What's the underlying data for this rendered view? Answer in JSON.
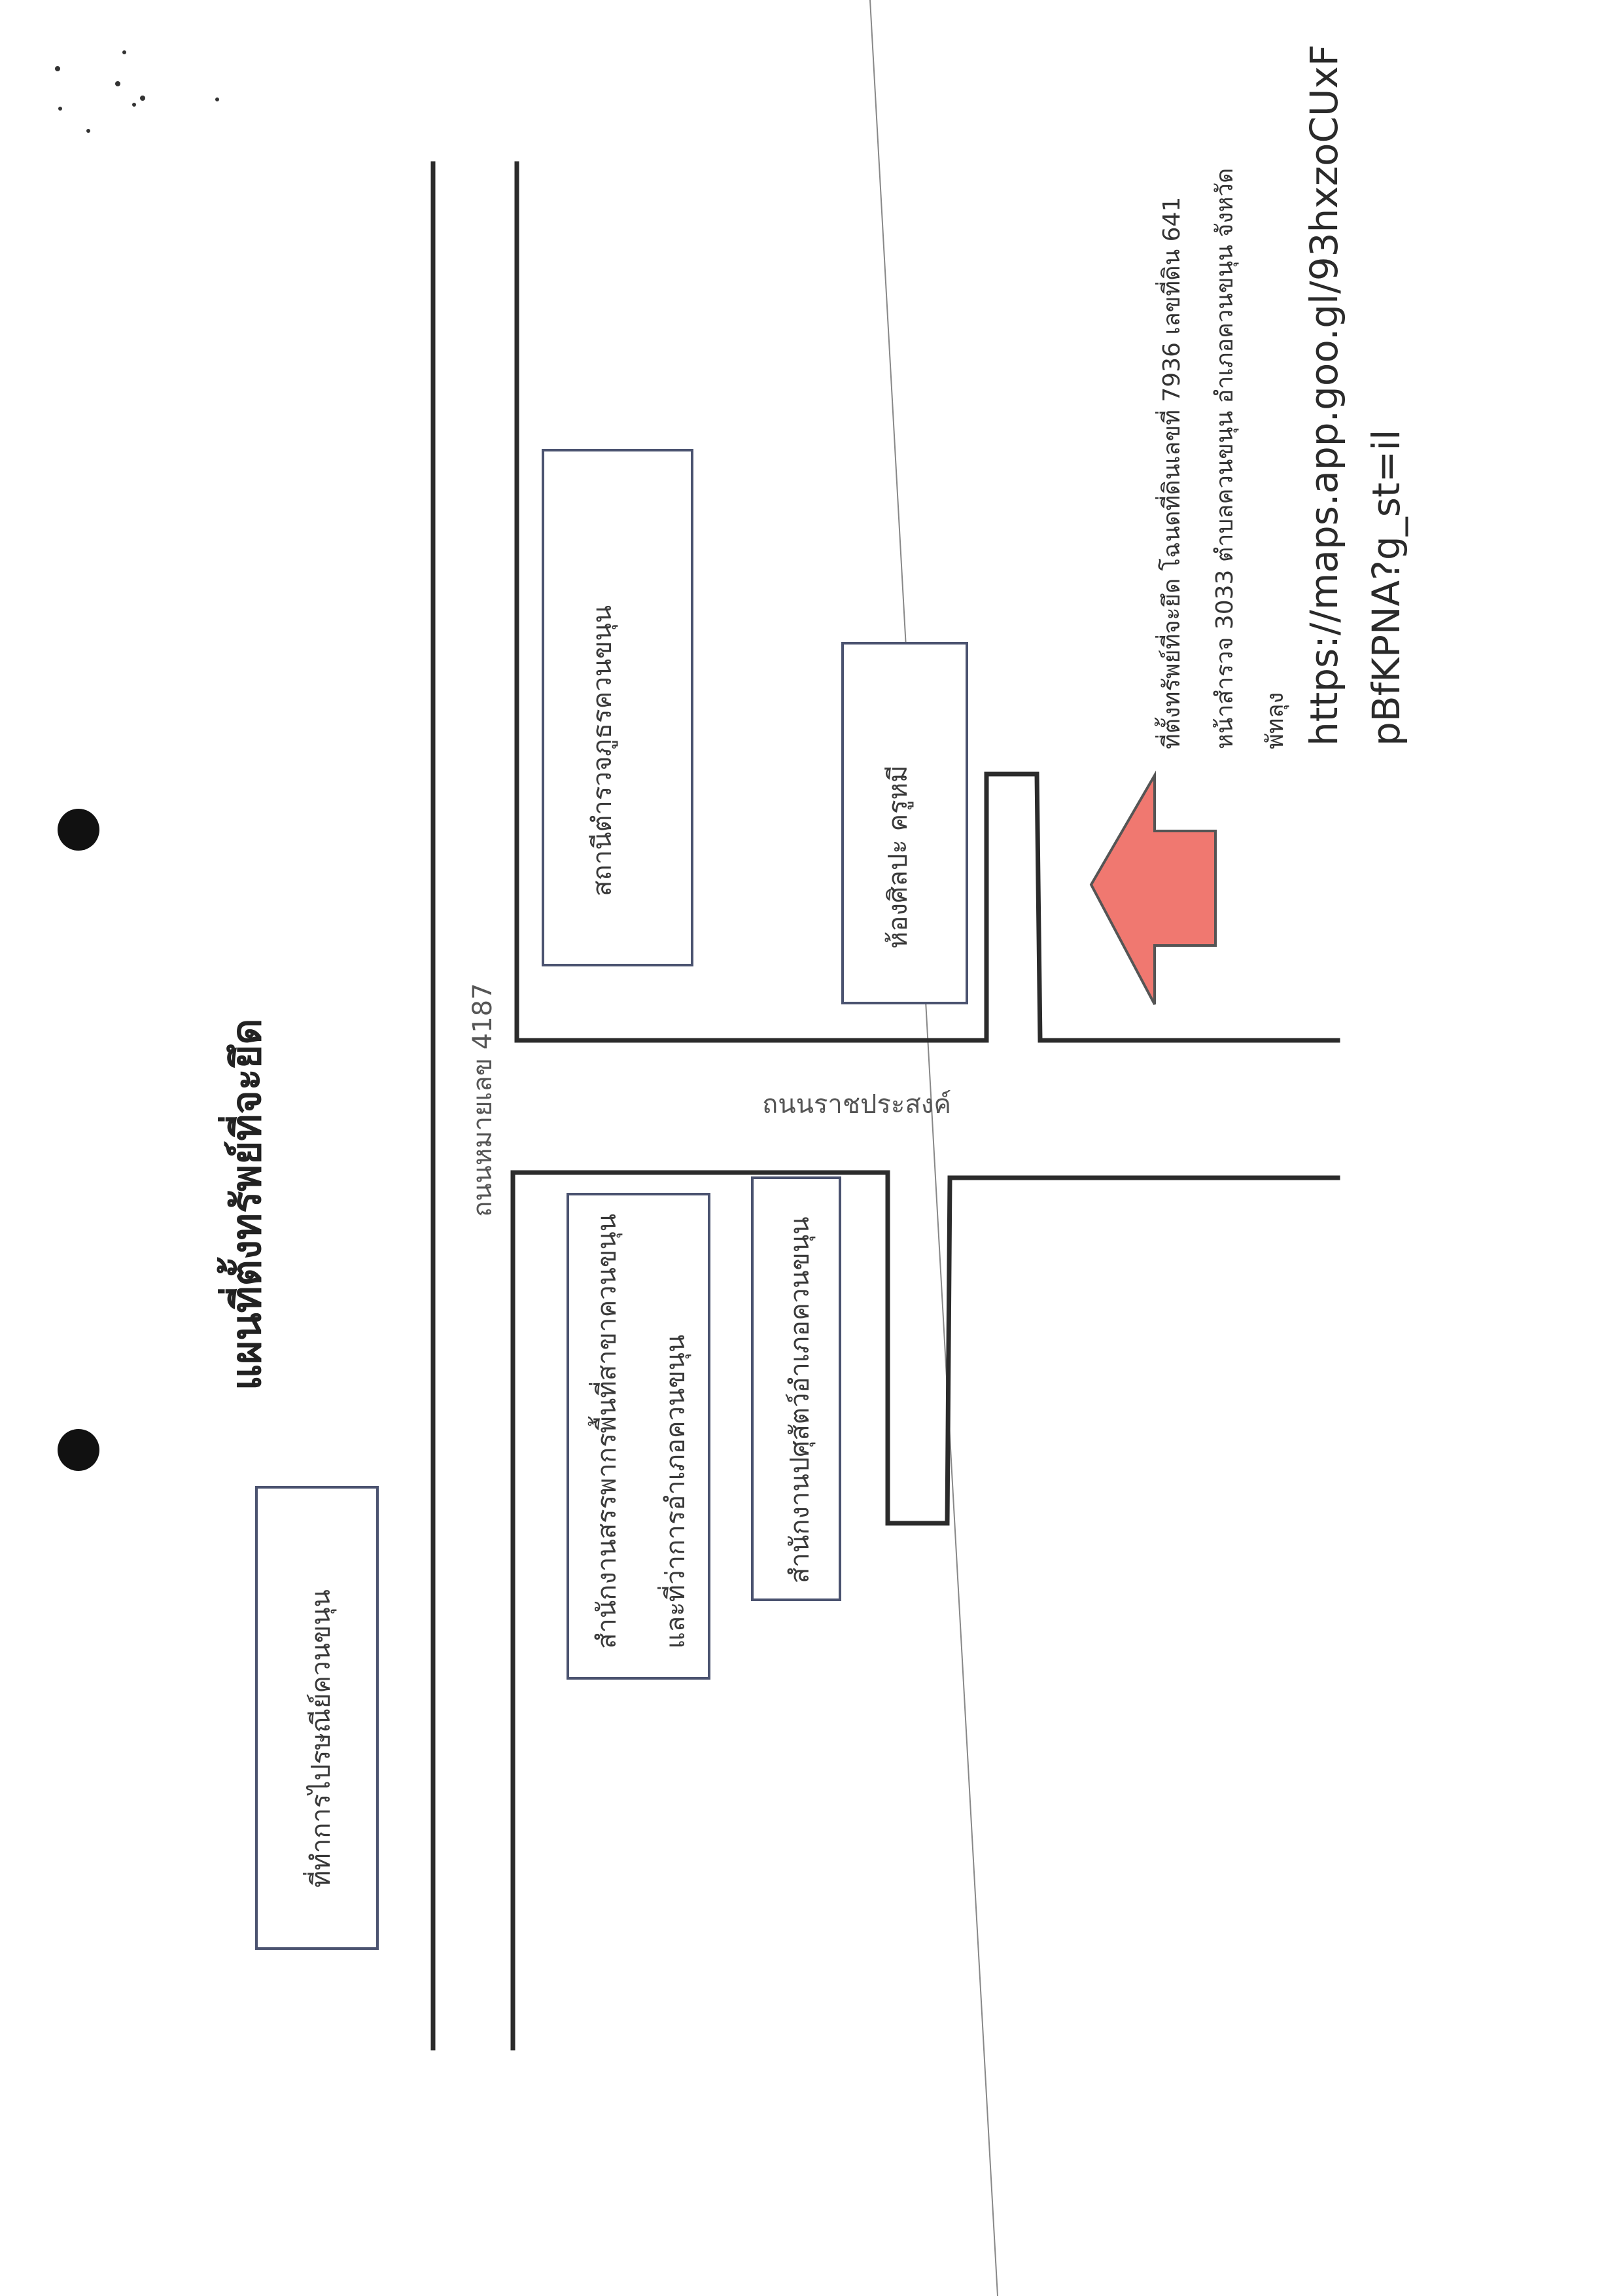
{
  "title": "แผนที่ตั้งทรัพย์ที่จะยึด",
  "roads": {
    "highway": "ถนนหมายเลข  4187",
    "side_road": "ถนนราชประสงค์"
  },
  "places": {
    "land_office": "ที่ทำการไปรษณีย์ควนขนุน",
    "police_station": "สถานีตำรวจภูธรควนขนุน",
    "art_room": "ห้องศิลปะ ครูหมี",
    "revenue_office_line1": "สำนักงานสรรพากรพื้นที่สาขาควนขนุน",
    "revenue_office_line2": "และที่ว่าการอำเภอควนขนุน",
    "livestock_office": "สำนักงานปศุสัตว์อำเภอควนขนุน"
  },
  "note": {
    "line1": "ที่ตั้งทรัพย์ที่จะยึด  โฉนดที่ดินเลขที่ 7936 เลขที่ดิน 641",
    "line2": "หน้าสำรวจ 3033 ตำบลควนขนุน อำเภอควนขนุน จังหวัด",
    "line3": "พัทลุง"
  },
  "link": {
    "line1": "https://maps.app.goo.gl/93hxzoCUxF",
    "line2": "pBfKPNA?g_st=il"
  },
  "colors": {
    "arrow": "#f07870",
    "road": "#2b2b2b",
    "box_border": "#4b5370"
  }
}
